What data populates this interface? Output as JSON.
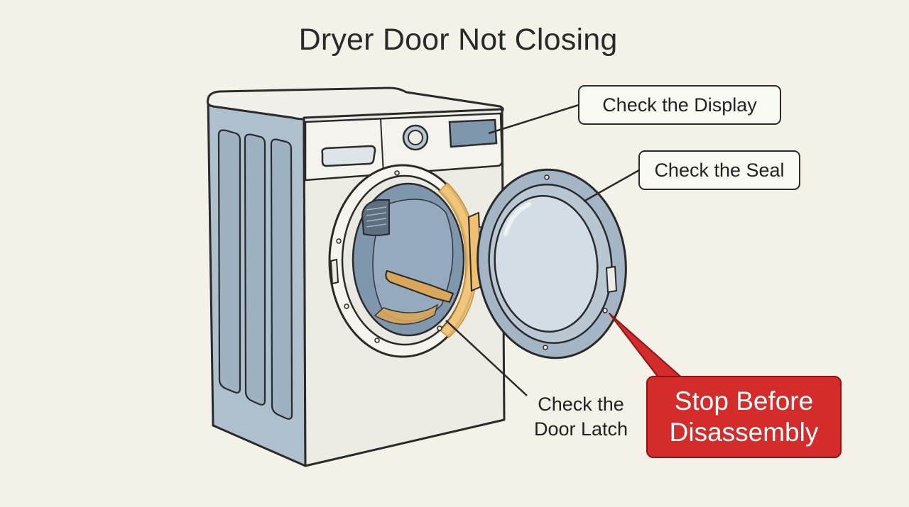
{
  "diagram": {
    "title": "Dryer Door Not Closing",
    "callouts": {
      "display": "Check the Display",
      "seal": "Check the Seal",
      "latch_line1": "Check the",
      "latch_line2": "Door Latch",
      "stop_line1": "Stop Before",
      "stop_line2": "Disassembly"
    }
  },
  "colors": {
    "background": "#f3f1e8",
    "appliance_body": "#ecebe4",
    "side_panel": "#aebfcd",
    "drum_interior": "#7f97ad",
    "highlight_latch": "#f0c070",
    "warning_red": "#d42b2b",
    "outline": "#2a2a2a"
  }
}
